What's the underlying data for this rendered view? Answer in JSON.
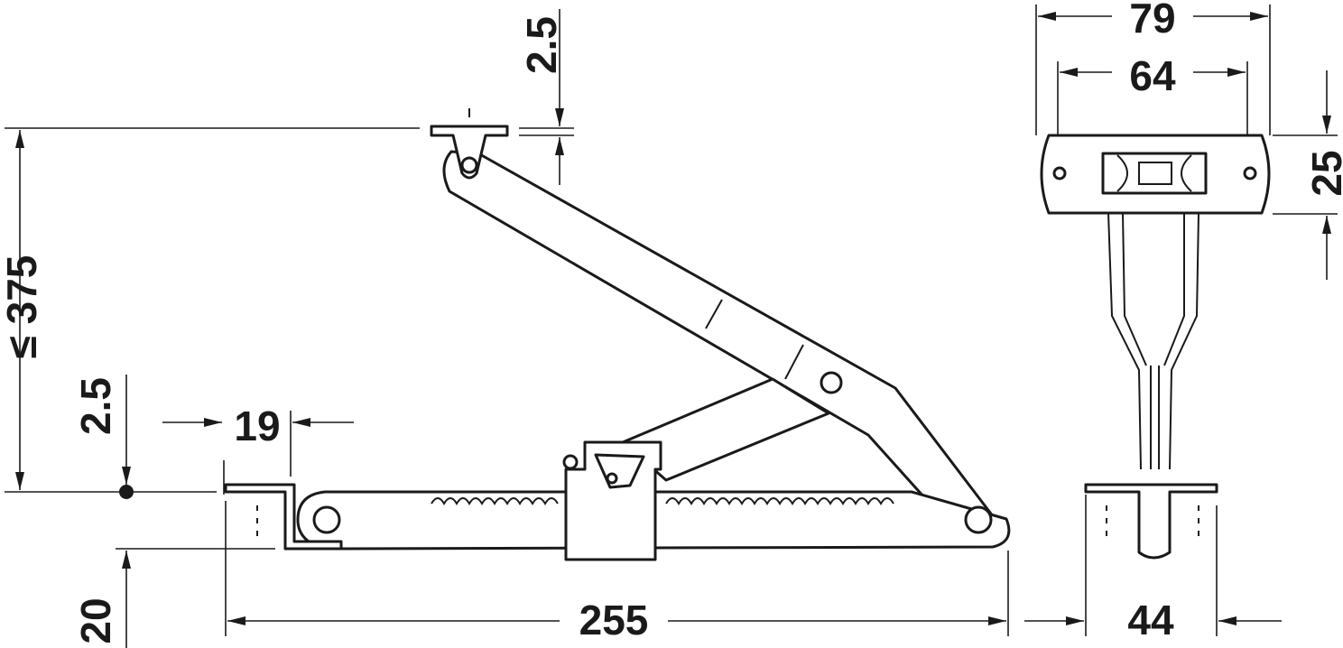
{
  "drawing": {
    "dimensions": {
      "overall_width": "79",
      "hole_spacing": "64",
      "plate_height": "25",
      "top_plate_thickness": "2.5",
      "max_height": "≤ 375",
      "bottom_plate_thickness": "2.5",
      "flange_width": "19",
      "base_height": "20",
      "overall_length": "255",
      "base_width": "44"
    },
    "colors": {
      "line": "#1a1a1a",
      "background": "#ffffff"
    }
  }
}
